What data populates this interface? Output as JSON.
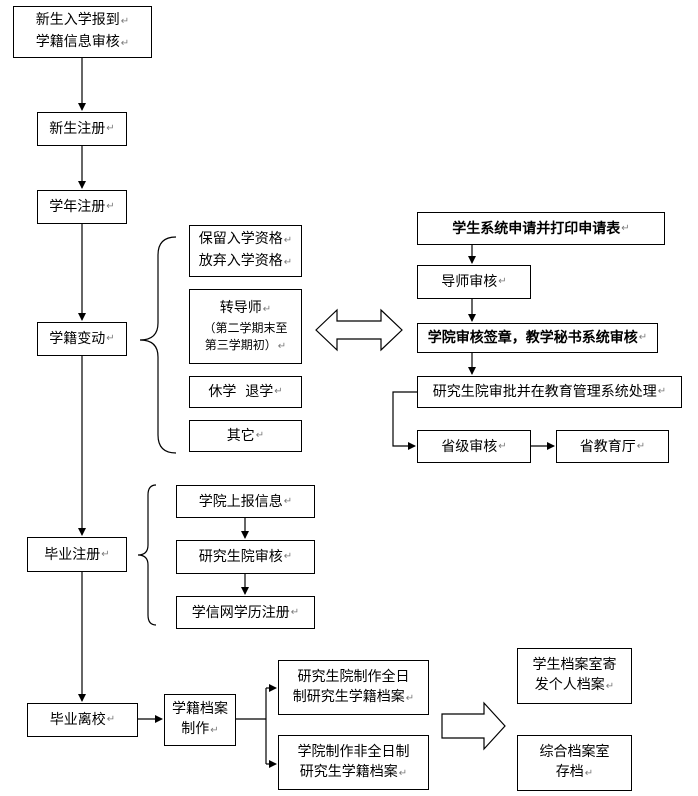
{
  "nodes": {
    "enroll": [
      "新生入学报到",
      "学籍信息审核"
    ],
    "freshman_reg": "新生注册",
    "year_reg": "学年注册",
    "status_change": "学籍变动",
    "graduation_reg": "毕业注册",
    "graduate_leave": "毕业离校",
    "retain": [
      "保留入学资格",
      "放弃入学资格"
    ],
    "transfer_advisor": [
      "转导师",
      "（第二学期末至",
      "第三学期初）"
    ],
    "suspend": "休学  退学",
    "other": "其它",
    "student_apply": "学生系统申请并打印申请表",
    "advisor_review": "导师审核",
    "college_review": "学院审核签章，教学秘书系统审核",
    "grad_school_approve": "研究生院审批并在教育管理系统处理",
    "provincial_review": "省级审核",
    "provincial_dept": "省教育厅",
    "college_report": "学院上报信息",
    "grad_school_review": "研究生院审核",
    "chsi_reg": "学信网学历注册",
    "archive_make": [
      "学籍档案",
      "制作"
    ],
    "fulltime_archive": [
      "研究生院制作全日",
      "制研究生学籍档案"
    ],
    "parttime_archive": [
      "学院制作非全日制",
      "研究生学籍档案"
    ],
    "mail_archive": [
      "学生档案室寄",
      "发个人档案"
    ],
    "store_archive": [
      "综合档案室",
      "存档"
    ]
  },
  "return_mark": "↵"
}
